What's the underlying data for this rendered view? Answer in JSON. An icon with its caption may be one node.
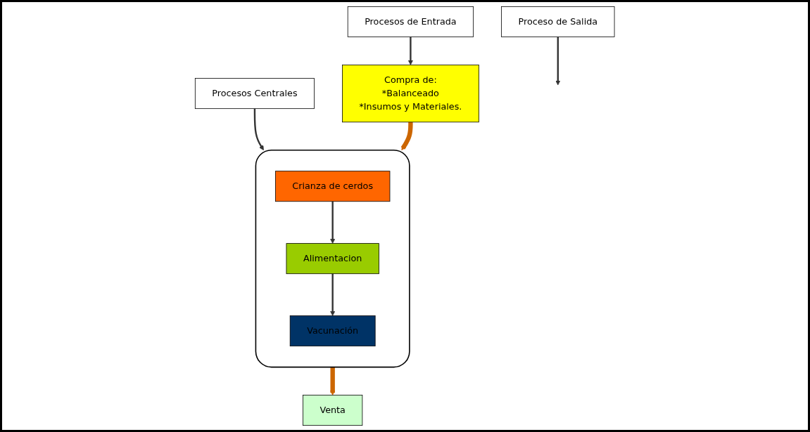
{
  "diagram": {
    "nodes": [
      {
        "text": [
          "Procesos de Entrada"
        ]
      },
      {
        "text": [
          "Procesos Centrales"
        ]
      },
      {
        "text": [
          "Proceso de Salida"
        ]
      },
      {
        "text": [
          "Compra de:",
          "*Balanceado",
          "*Insumos y Materiales."
        ]
      },
      {
        "text": [],
        "shape": "bracket"
      },
      {
        "text": [
          "Crianza de cerdos"
        ],
        "in": 4
      },
      {
        "text": [
          "Alimentacion"
        ],
        "in": 4
      },
      {
        "text": [
          "Vacunación"
        ],
        "in": 4
      },
      {
        "text": [
          "Venta"
        ]
      }
    ],
    "edges": [
      {
        "from": 0,
        "to": 3,
        "arrow": "to"
      },
      {
        "from": 1,
        "to": 4,
        "arrow": "to"
      },
      {
        "from": 2,
        "to": null,
        "arrow": "to"
      },
      {
        "from": 3,
        "to": 4,
        "arrow": "to",
        "style": "thick",
        "color": "#cc6600"
      },
      {
        "from": 4,
        "to": 8,
        "arrow": "to",
        "style": "thick",
        "color": "#cc6600"
      },
      {
        "from": 5,
        "to": 6,
        "arrow": "to"
      },
      {
        "from": 6,
        "to": 7,
        "arrow": "to"
      }
    ]
  }
}
